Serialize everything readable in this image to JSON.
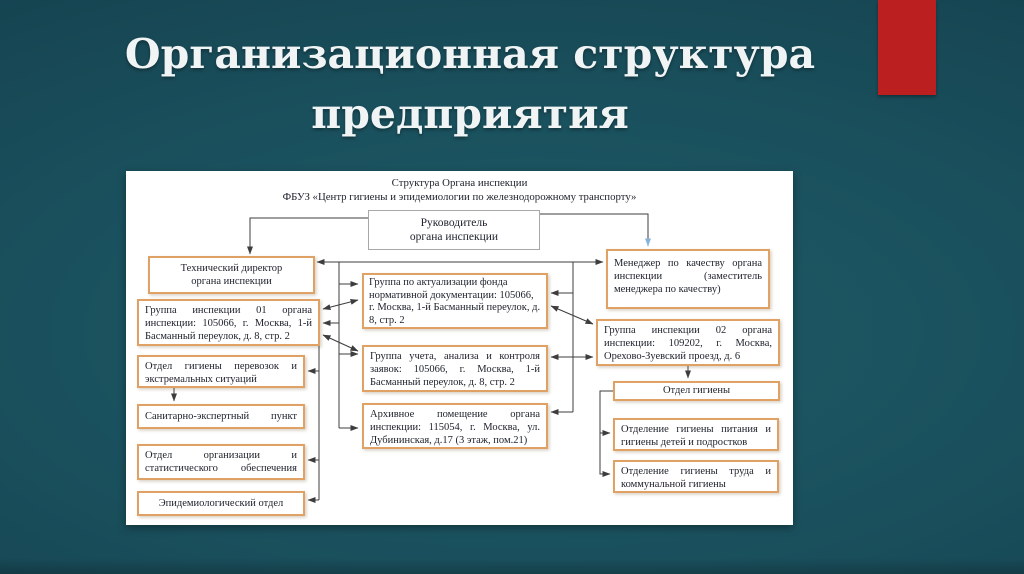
{
  "slide": {
    "title": "Организационная структура\nпредприятия"
  },
  "colors": {
    "bg_center": "#1e5b66",
    "bg_edge": "#123a48",
    "accent_red": "#bb1f1f",
    "title_text": "#f1f4f4",
    "node_border": "#dfa264",
    "leader_border": "#a8a8a8",
    "node_text": "#20242e",
    "line": "#3d3d3d",
    "arrow_blue": "#85b3d9"
  },
  "diagram": {
    "header": {
      "line1": "Структура Органа инспекции",
      "line2": "ФБУЗ «Центр гигиены и эпидемиологии по железнодорожному транспорту»"
    },
    "nodes": {
      "leader": {
        "label": "Руководитель\nоргана инспекции"
      },
      "tech_director": {
        "label": "Технический директор\nоргана инспекции"
      },
      "quality_manager": {
        "label": "Менеджер по качеству органа инспекции (заместитель менеджера по качеству)"
      },
      "inspection_group_01": {
        "label": "Группа инспекции 01 органа инспекции: 105066, г. Москва, 1-й Басманный переулок, д. 8, стр. 2"
      },
      "transport_hygiene_dept": {
        "label": "Отдел гигиены перевозок и экстремальных ситуаций"
      },
      "sanitary_expert_point": {
        "label": "Санитарно-экспертный пункт"
      },
      "org_stat_dept": {
        "label": "Отдел организации и статистического обеспечения"
      },
      "epidemiology_dept": {
        "label": "Эпидемиологический отдел"
      },
      "fund_update_group": {
        "label": "Группа по актуализации фонда нормативной документации: 105066, г. Москва, 1-й Басманный переулок, д. 8, стр. 2"
      },
      "accounting_group": {
        "label": "Группа учета, анализа и контроля заявок: 105066, г. Москва, 1-й Басманный переулок, д. 8, стр. 2"
      },
      "archive_room": {
        "label": "Архивное помещение органа инспекции: 115054, г. Москва, ул. Дубининская, д.17 (3 этаж, пом.21)"
      },
      "inspection_group_02": {
        "label": "Группа инспекции 02 органа инспекции: 109202, г. Москва, Орехово-Зуевский проезд, д. 6"
      },
      "hygiene_dept": {
        "label": "Отдел гигиены"
      },
      "food_children_hygiene": {
        "label": "Отделение гигиены питания и гигиены детей и подростков"
      },
      "labor_communal_hygiene": {
        "label": "Отделение гигиены труда и коммунальной гигиены"
      }
    }
  }
}
